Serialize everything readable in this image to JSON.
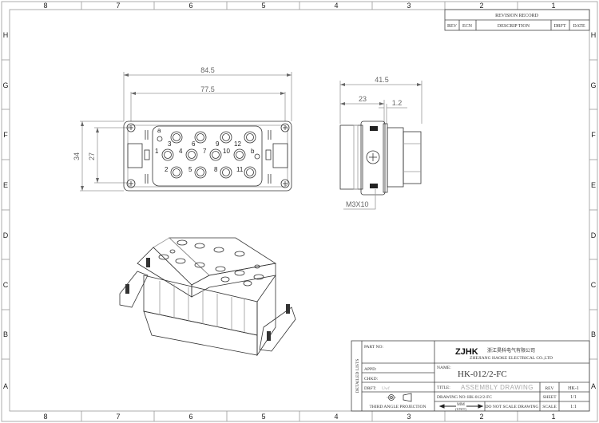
{
  "drawing": {
    "zones_columns": [
      "8",
      "7",
      "6",
      "5",
      "4",
      "3",
      "2",
      "1"
    ],
    "zones_rows": [
      "H",
      "G",
      "F",
      "E",
      "D",
      "C",
      "B",
      "A"
    ],
    "revision_record": {
      "title": "REVISION RECORD",
      "headers": [
        "REV",
        "ECN",
        "DESCRIP TION",
        "DRFT",
        "DATE"
      ]
    },
    "front_view": {
      "dim_overall_width": "84.5",
      "dim_mount_width": "77.5",
      "dim_overall_height": "34",
      "dim_mount_height": "27",
      "pins": [
        "1",
        "2",
        "3",
        "4",
        "5",
        "6",
        "7",
        "8",
        "9",
        "10",
        "11",
        "12"
      ],
      "coding_pins": [
        "a",
        "b"
      ]
    },
    "side_view": {
      "dim_overall_depth": "41.5",
      "dim_flange_depth": "23",
      "dim_gap": "1.2",
      "screw_callout": "M3X10"
    },
    "title_block": {
      "detailed_lists_label": "DETAILED LISTS",
      "part_no_label": "PART NO:",
      "appd_label": "APPD:",
      "chkd_label": "CHKD:",
      "drft_label": "DRFT:",
      "drft_value": "Uwf",
      "projection_label": "THIRD ANGLE PROJECTION",
      "logo": "ZJHK",
      "company_cn": "浙江昊科电气有限公司",
      "company_en": "ZHEJIANG HAOKE ELECTRICAL CO.,LTD",
      "name_label": "NAME:",
      "name_value": "HK-012/2-FC",
      "title_label": "TITLE:",
      "title_value": "ASSEMBLY DRAWING",
      "drawing_no_label": "DRAWING NO:",
      "drawing_no_value": "HK-012/2-FC",
      "unit_value": "MM",
      "unit_sub": "(UNIT)",
      "no_scale_note": "DO NOT SCALE DRAWING",
      "rev_label": "REV",
      "rev_value": "HK-1",
      "sheet_label": "SHEET",
      "sheet_value": "1/1",
      "scale_label": "SCALE",
      "scale_value": "1:1"
    }
  }
}
